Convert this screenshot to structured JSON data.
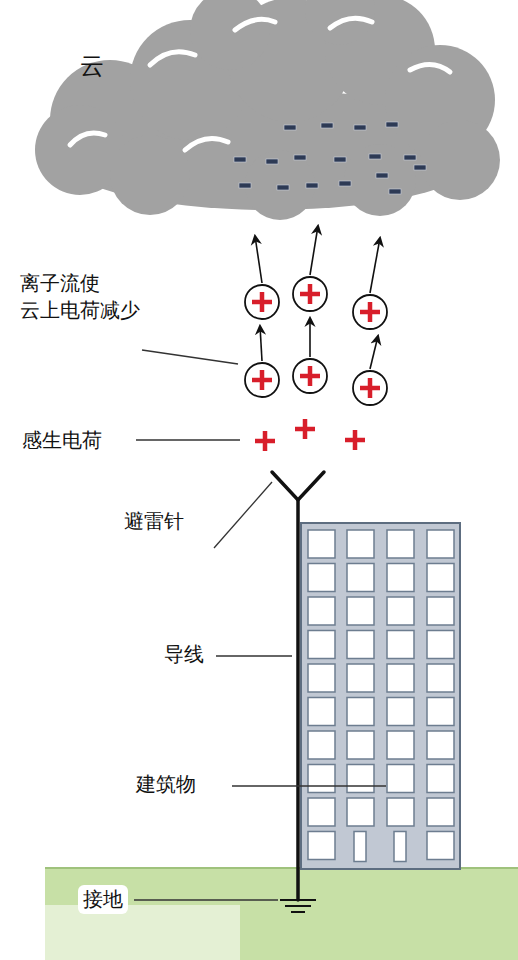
{
  "diagram": {
    "nodes": [
      {
        "text": [
          "云"
        ]
      }
    ],
    "labels": [
      "离子流使 云上电荷减少",
      "感生电荷",
      "避雷针",
      "导线",
      "建筑物",
      "接地"
    ]
  }
}
